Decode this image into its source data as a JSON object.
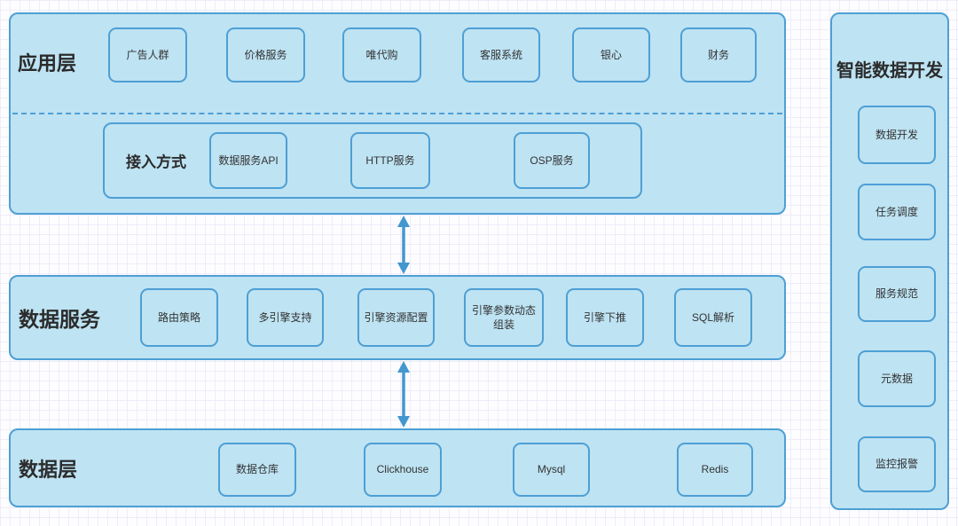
{
  "colors": {
    "node_fill": "#bee3f3",
    "node_border": "#4e9fd4",
    "arrow": "#4397cf",
    "title_text": "#2b2b2b",
    "node_text": "#333333",
    "grid_line": "#e3dff1"
  },
  "app_layer": {
    "label": "应用层",
    "boxes": [
      "广告人群",
      "价格服务",
      "唯代购",
      "客服系统",
      "银心",
      "财务"
    ],
    "access": {
      "label": "接入方式",
      "boxes": [
        "数据服务API",
        "HTTP服务",
        "OSP服务"
      ]
    }
  },
  "service_layer": {
    "label": "数据服务",
    "boxes": [
      "路由策略",
      "多引擎支持",
      "引擎资源配置",
      "引擎参数动态组装",
      "引擎下推",
      "SQL解析"
    ]
  },
  "data_layer": {
    "label": "数据层",
    "boxes": [
      "数据仓库",
      "Clickhouse",
      "Mysql",
      "Redis"
    ]
  },
  "sidebar": {
    "title": "智能数据开发",
    "boxes": [
      "数据开发",
      "任务调度",
      "服务规范",
      "元数据",
      "监控报警"
    ]
  }
}
